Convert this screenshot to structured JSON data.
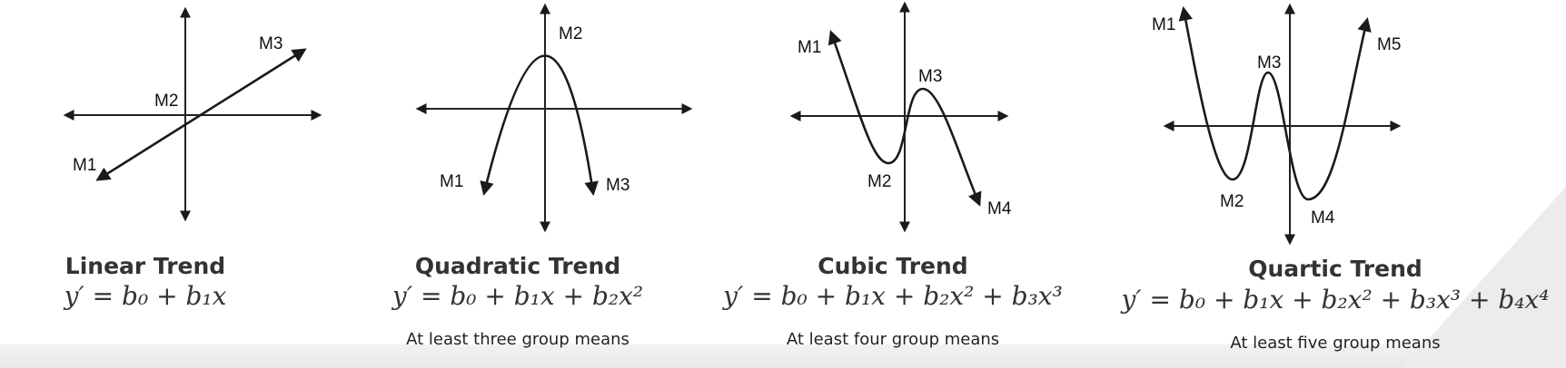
{
  "panels": [
    {
      "title": "Linear Trend",
      "equation": "y′ = b₀ + b₁x",
      "note": "",
      "points": [
        "M1",
        "M2",
        "M3"
      ]
    },
    {
      "title": "Quadratic Trend",
      "equation": "y′ = b₀ + b₁x + b₂x²",
      "note": "At least three group means",
      "points": [
        "M1",
        "M2",
        "M3"
      ]
    },
    {
      "title": "Cubic Trend",
      "equation": "y′ = b₀ + b₁x + b₂x² + b₃x³",
      "note": "At least four group means",
      "points": [
        "M1",
        "M2",
        "M3",
        "M4"
      ]
    },
    {
      "title": "Quartic Trend",
      "equation": "y′ = b₀ + b₁x + b₂x² + b₃x³ + b₄x⁴",
      "note": "At least five group means",
      "points": [
        "M1",
        "M2",
        "M3",
        "M4",
        "M5"
      ]
    }
  ]
}
